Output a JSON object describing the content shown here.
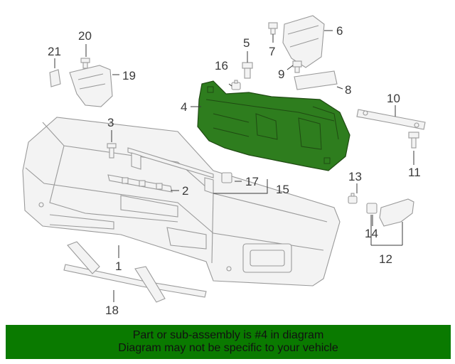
{
  "callouts": [
    "1",
    "2",
    "3",
    "4",
    "5",
    "6",
    "7",
    "8",
    "9",
    "10",
    "11",
    "12",
    "13",
    "14",
    "15",
    "16",
    "17",
    "18",
    "19",
    "20",
    "21"
  ],
  "highlighted_part": "4",
  "highlight_color": "#2e7d1e",
  "footer": {
    "line1": "Part or sub-assembly is #4 in diagram",
    "line2": "Diagram may not be specific to your vehicle",
    "background": "#0a7a00"
  }
}
